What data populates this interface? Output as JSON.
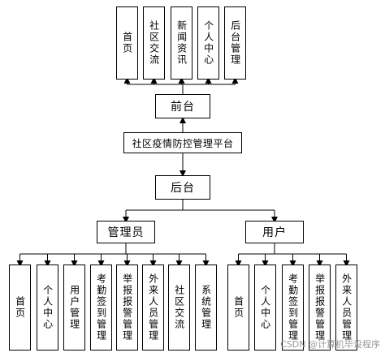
{
  "frontend_modules": [
    "首页",
    "社区交流",
    "新闻资讯",
    "个人中心",
    "后台管理"
  ],
  "frontend": "前台",
  "platform": "社区疫情防控管理平台",
  "backend": "后台",
  "admin": {
    "label": "管理员",
    "modules": [
      "首页",
      "个人中心",
      "用户管理",
      "考勤签到管理",
      "举报报警管理",
      "外来人员管理",
      "社区交流",
      "系统管理"
    ]
  },
  "user": {
    "label": "用户",
    "modules": [
      "首页",
      "个人中心",
      "考勤签到管理",
      "举报报警管理",
      "外来人员管理"
    ]
  },
  "watermark": "CSDN @计算机毕设程序"
}
